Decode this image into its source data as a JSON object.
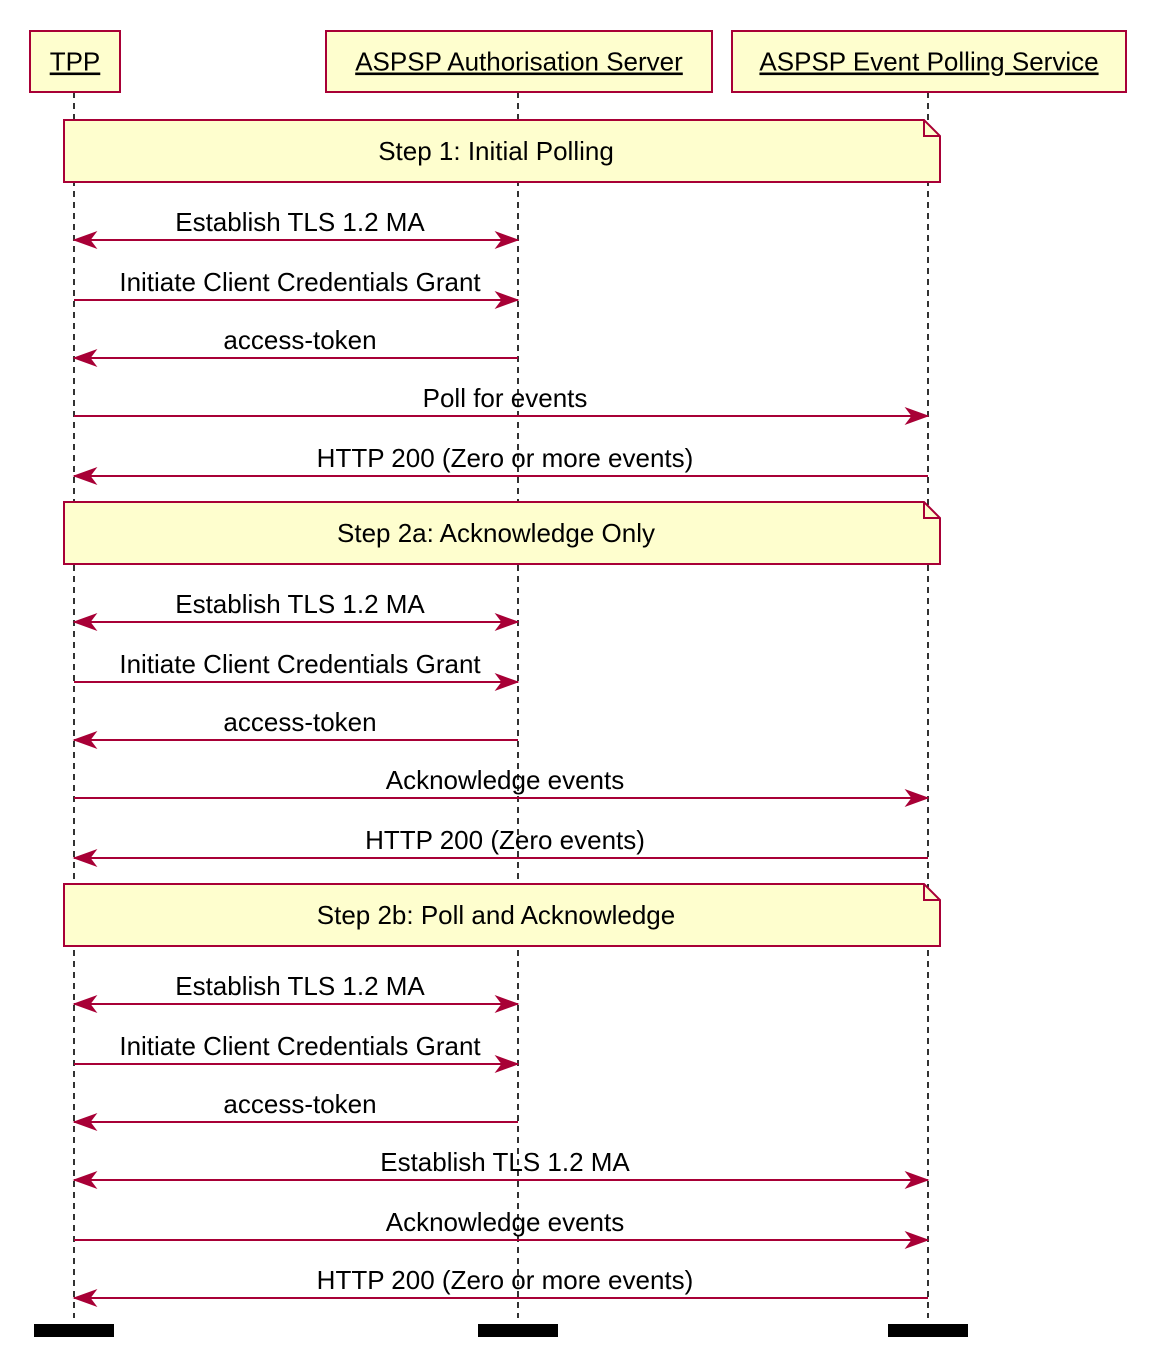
{
  "participants": [
    {
      "id": "tpp",
      "label": "TPP"
    },
    {
      "id": "auth",
      "label": "ASPSP Authorisation Server"
    },
    {
      "id": "poll",
      "label": "ASPSP Event Polling Service"
    }
  ],
  "colors": {
    "line": "#a80036",
    "box_fill": "#fefece",
    "lifeline": "#000000",
    "text": "#000000"
  },
  "steps": [
    {
      "note": "Step 1: Initial Polling",
      "messages": [
        {
          "label": "Establish TLS 1.2 MA",
          "from": "tpp",
          "to": "auth",
          "bidirectional": true
        },
        {
          "label": "Initiate Client Credentials Grant",
          "from": "tpp",
          "to": "auth",
          "bidirectional": false
        },
        {
          "label": "access-token",
          "from": "auth",
          "to": "tpp",
          "bidirectional": false
        },
        {
          "label": "Poll for events",
          "from": "tpp",
          "to": "poll",
          "bidirectional": false
        },
        {
          "label": "HTTP 200 (Zero or more events)",
          "from": "poll",
          "to": "tpp",
          "bidirectional": false
        }
      ]
    },
    {
      "note": "Step 2a: Acknowledge Only",
      "messages": [
        {
          "label": "Establish TLS 1.2 MA",
          "from": "tpp",
          "to": "auth",
          "bidirectional": true
        },
        {
          "label": "Initiate Client Credentials Grant",
          "from": "tpp",
          "to": "auth",
          "bidirectional": false
        },
        {
          "label": "access-token",
          "from": "auth",
          "to": "tpp",
          "bidirectional": false
        },
        {
          "label": "Acknowledge events",
          "from": "tpp",
          "to": "poll",
          "bidirectional": false
        },
        {
          "label": "HTTP 200 (Zero events)",
          "from": "poll",
          "to": "tpp",
          "bidirectional": false
        }
      ]
    },
    {
      "note": "Step 2b: Poll and Acknowledge",
      "messages": [
        {
          "label": "Establish TLS 1.2 MA",
          "from": "tpp",
          "to": "auth",
          "bidirectional": true
        },
        {
          "label": "Initiate Client Credentials Grant",
          "from": "tpp",
          "to": "auth",
          "bidirectional": false
        },
        {
          "label": "access-token",
          "from": "auth",
          "to": "tpp",
          "bidirectional": false
        },
        {
          "label": "Establish TLS 1.2 MA",
          "from": "tpp",
          "to": "poll",
          "bidirectional": true
        },
        {
          "label": "Acknowledge events",
          "from": "tpp",
          "to": "poll",
          "bidirectional": false
        },
        {
          "label": "HTTP 200 (Zero or more events)",
          "from": "poll",
          "to": "tpp",
          "bidirectional": false
        }
      ]
    }
  ]
}
